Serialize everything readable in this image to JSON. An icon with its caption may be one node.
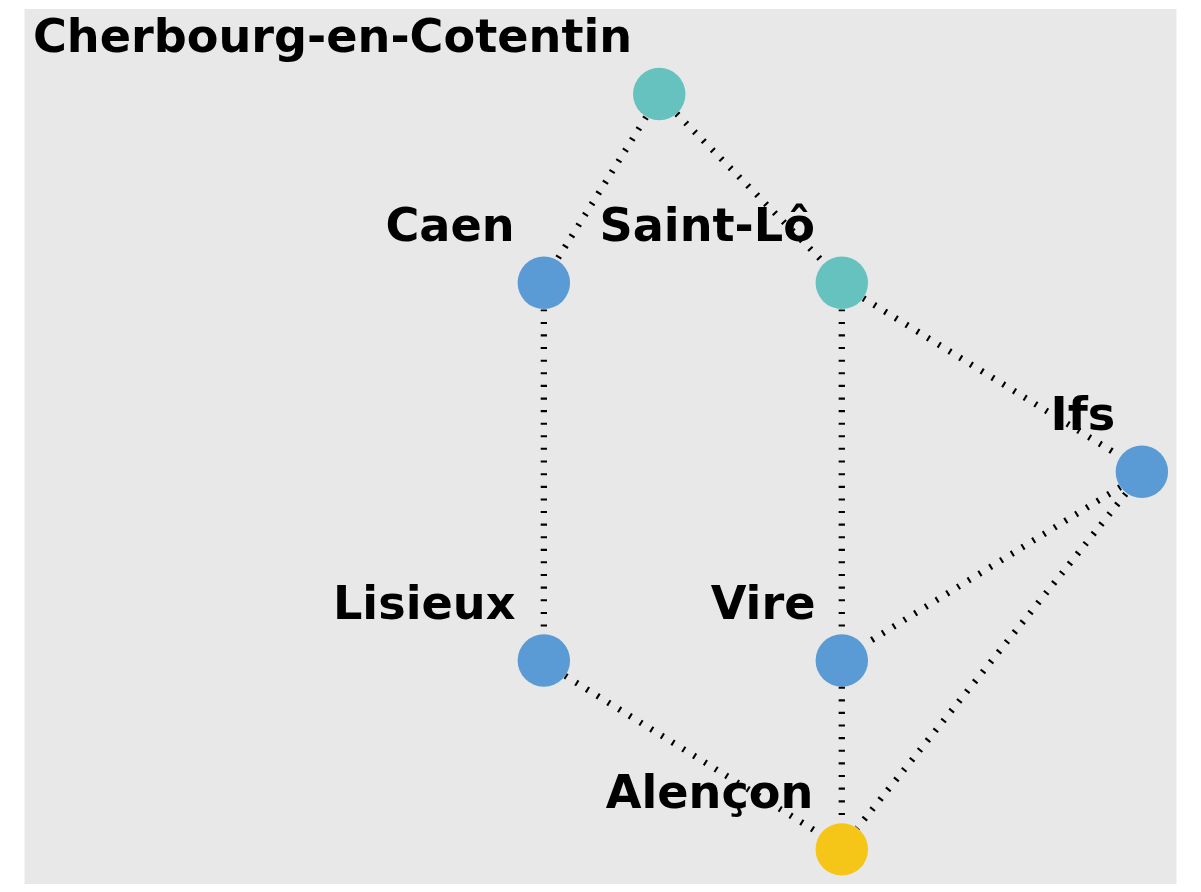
{
  "diagram": {
    "nodes": [
      {
        "text": [
          "Cherbourg-en-Cotentin"
        ]
      },
      {
        "text": [
          "Caen"
        ]
      },
      {
        "text": [
          "Saint-Lô"
        ]
      },
      {
        "text": [
          "Ifs"
        ]
      },
      {
        "text": [
          "Lisieux"
        ]
      },
      {
        "text": [
          "Vire"
        ]
      },
      {
        "text": [
          "Alençon"
        ]
      }
    ],
    "edges": [
      {
        "from": 0,
        "to": 2,
        "arrow": "none"
      },
      {
        "from": 0,
        "to": 1,
        "arrow": "none"
      },
      {
        "from": 1,
        "to": 4,
        "arrow": "none"
      },
      {
        "from": 2,
        "to": 3,
        "arrow": "none"
      },
      {
        "from": 2,
        "to": 5,
        "arrow": "none"
      },
      {
        "from": 3,
        "to": 5,
        "arrow": "none"
      },
      {
        "from": 3,
        "to": 6,
        "arrow": "none"
      },
      {
        "from": 4,
        "to": 6,
        "arrow": "none"
      },
      {
        "from": 5,
        "to": 6,
        "arrow": "none"
      }
    ]
  }
}
